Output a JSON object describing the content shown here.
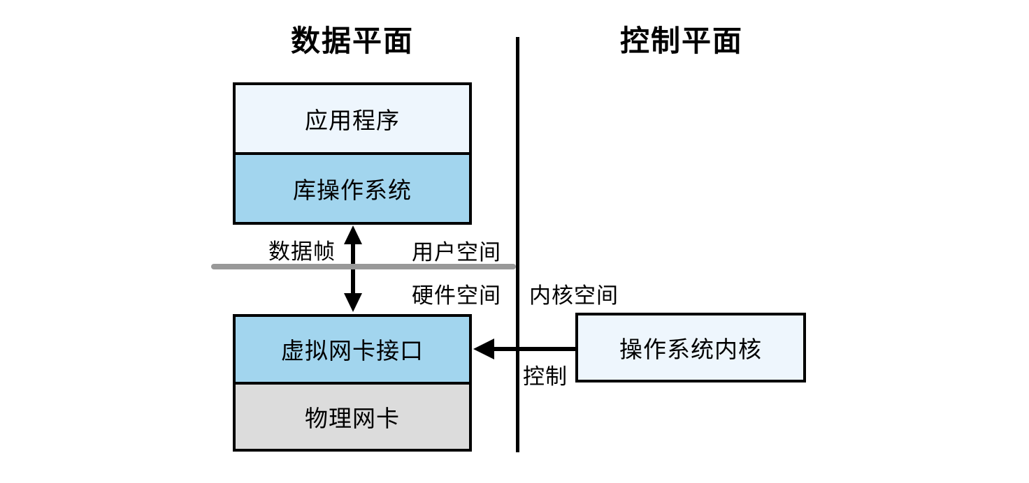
{
  "diagram": {
    "titles": {
      "data_plane": "数据平面",
      "control_plane": "控制平面"
    },
    "data_plane": {
      "user_stack": {
        "application": "应用程序",
        "library_os": "库操作系统"
      },
      "hardware_stack": {
        "virtual_nic": "虚拟网卡接口",
        "physical_nic": "物理网卡"
      }
    },
    "control_plane": {
      "os_kernel": "操作系统内核"
    },
    "labels": {
      "data_frame": "数据帧",
      "user_space": "用户空间",
      "hardware_space": "硬件空间",
      "kernel_space": "内核空间",
      "control": "控制"
    },
    "colors": {
      "box_light_blue": "#eef6fd",
      "box_blue": "#a2d5ee",
      "box_gray": "#dcdcdc",
      "boundary_gray": "#999999",
      "line_black": "#000000"
    }
  }
}
